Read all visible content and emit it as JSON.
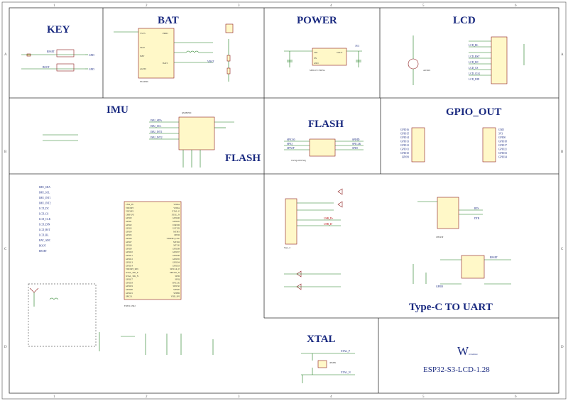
{
  "sections": {
    "key": "KEY",
    "bat": "BAT",
    "power": "POWER",
    "lcd": "LCD",
    "imu": "IMU",
    "flash_a": "FLASH",
    "flash_b": "FLASH",
    "gpio_out": "GPIO_OUT",
    "type_c": "Type-C TO UART",
    "xtal": "XTAL"
  },
  "title_block": {
    "logo": "W",
    "logo_sub": "waveshare",
    "board": "ESP32-S3-LCD-1.28"
  },
  "border": {
    "cols": [
      "1",
      "2",
      "3",
      "4",
      "5",
      "6"
    ],
    "rows": [
      "A",
      "B",
      "C",
      "D"
    ]
  },
  "parts": {
    "bat_ic": "ETA6096",
    "power_ic": "ME6217C33M5G",
    "imu_ic": "QMI8658C",
    "flash_ic": "W25Q128JVSIQ",
    "mcu": "ESP32-S3R2",
    "uart_ic": "CH343P",
    "lcd_mosfet": "AO3401",
    "usb": "Type_C",
    "xtal": "40MHz"
  },
  "labels": {
    "key": [
      "RESET",
      "BOOT"
    ],
    "bat": [
      "VBAT",
      "VSYS",
      "PMID",
      "STAT",
      "ISET",
      "AGND",
      "BATS"
    ],
    "power": [
      "VIN",
      "VOUT",
      "EN",
      "GND",
      "3V3"
    ],
    "lcd": [
      "LCD_BL",
      "LCD_RST",
      "LCD_DC",
      "LCD_CS",
      "LCD_CLK",
      "LCD_DIN"
    ],
    "imu": [
      "IMU_SDA",
      "IMU_SCL",
      "IMU_INT1",
      "IMU_INT2"
    ],
    "flash": [
      "SPICS0",
      "SPIQ",
      "SPIWP",
      "SPIHD",
      "SPICLK",
      "SPID"
    ],
    "gpio_j1": [
      "GPIO16",
      "GPIO15",
      "GPIO14",
      "GPIO13",
      "GPIO12",
      "GPIO11",
      "GPIO10",
      "GPIO9"
    ],
    "gpio_j2": [
      "GND",
      "3V3",
      "GPIO0",
      "GPIO18",
      "GPIO17",
      "GPIO21",
      "GPIO33",
      "GPIO34"
    ],
    "uart": [
      "RTS",
      "DTR",
      "RESET",
      "GPIO0",
      "USB_D+",
      "USB_D-"
    ],
    "mcu_left": [
      "LNA_IN",
      "VDD3P3",
      "VDD3P3",
      "CHIP_PU",
      "GPIO0",
      "GPIO1",
      "GPIO2",
      "GPIO3",
      "GPIO4",
      "GPIO5",
      "GPIO6",
      "GPIO7",
      "GPIO8",
      "GPIO9",
      "GPIO10",
      "GPIO11",
      "GPIO12",
      "GPIO13",
      "GPIO14",
      "VDD3P3_RTC",
      "XTAL_32K_P",
      "XTAL_32K_N",
      "GPIO17",
      "GPIO18",
      "GPIO19",
      "GPIO20",
      "GPIO21",
      "SPICS1"
    ],
    "mcu_right": [
      "VDDA",
      "VDDA",
      "XTAL_P",
      "XTAL_N",
      "GPIO46",
      "GPIO45",
      "U0RXD",
      "U0TXD",
      "MTMS",
      "MTDI",
      "VDD3P3_CPU",
      "MTDO",
      "MTCK",
      "GPIO38",
      "GPIO37",
      "GPIO36",
      "GPIO35",
      "GPIO34",
      "GPIO33",
      "SPICLK_P",
      "SPICLK_N",
      "SPID",
      "SPIQ",
      "SPICLK",
      "SPICS0",
      "SPIWP",
      "SPIHD",
      "VDD_SPI"
    ],
    "mcu_nets": [
      "IMU_SDA",
      "IMU_SCL",
      "IMU_INT1",
      "IMU_INT2",
      "LCD_DC",
      "LCD_CS",
      "LCD_CLK",
      "LCD_DIN",
      "LCD_RST",
      "LCD_BL",
      "BAT_ADC",
      "BOOT",
      "RESET"
    ],
    "xtal": [
      "XTAL_P",
      "XTAL_N"
    ]
  }
}
